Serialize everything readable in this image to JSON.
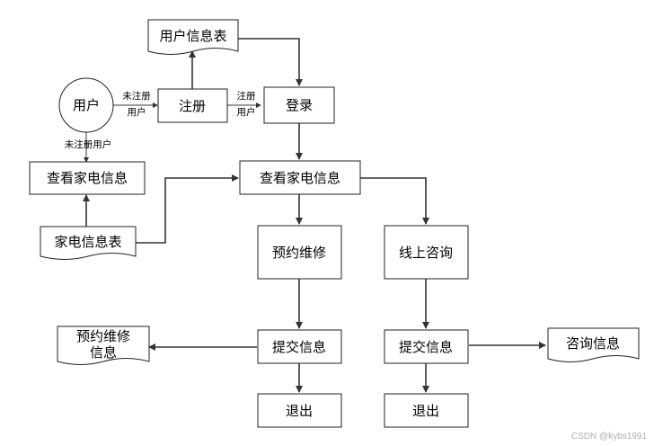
{
  "diagram": {
    "nodes": {
      "user": "用户",
      "user_table": "用户信息表",
      "register": "注册",
      "login": "登录",
      "view_left": "查看家电信息",
      "view_main": "查看家电信息",
      "appliance_table": "家电信息表",
      "repair": "预约维修",
      "consult": "线上咨询",
      "submit_left": "提交信息",
      "submit_right": "提交信息",
      "repair_info_line1": "预约维修",
      "repair_info_line2": "信息",
      "consult_info": "咨询信息",
      "exit_left": "退出",
      "exit_right": "退出"
    },
    "edge_labels": {
      "unregistered_1a": "未注册",
      "unregistered_1b": "用户",
      "registered_a": "注册",
      "registered_b": "用户",
      "unregistered_2": "未注册用户"
    }
  },
  "watermark": "CSDN @kybs1991"
}
